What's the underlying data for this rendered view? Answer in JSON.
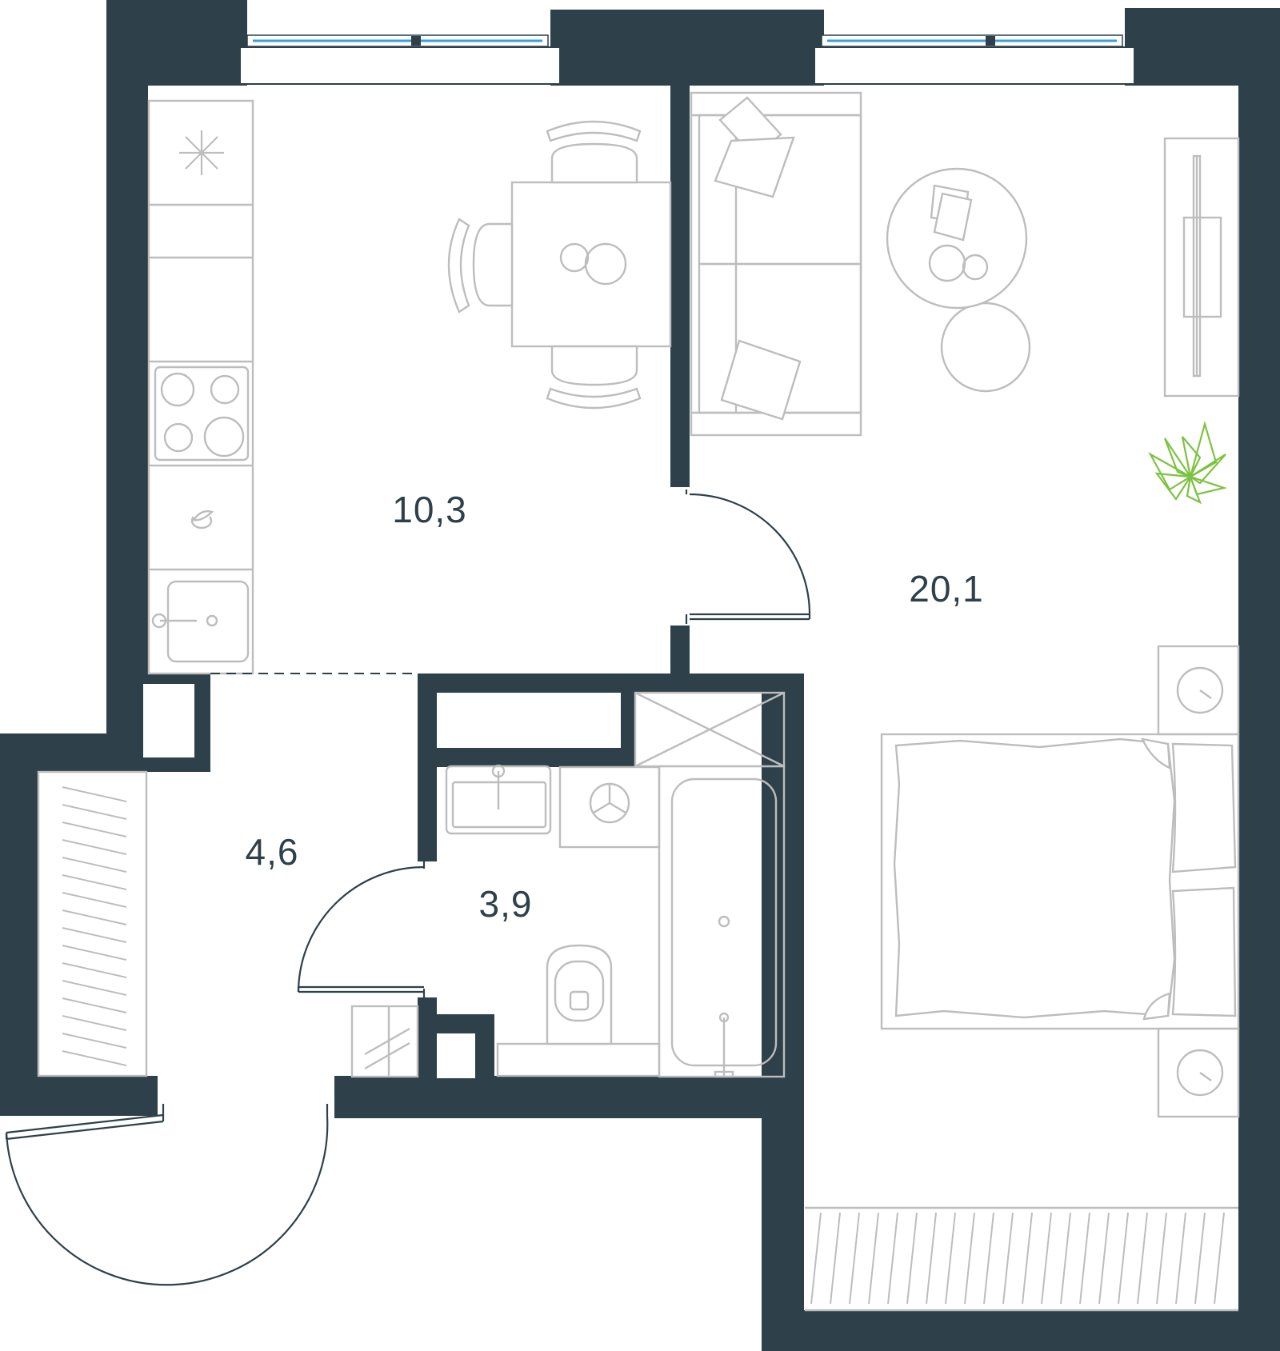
{
  "rooms": [
    {
      "id": "kitchen",
      "area": "10,3"
    },
    {
      "id": "living",
      "area": "20,1"
    },
    {
      "id": "hall",
      "area": "4,6"
    },
    {
      "id": "bathroom",
      "area": "3,9"
    }
  ],
  "colors": {
    "wall": "#2e4049",
    "furniture": "#bdbdbd",
    "window_glass": "#3aa0dc",
    "plant": "#7cc242"
  }
}
